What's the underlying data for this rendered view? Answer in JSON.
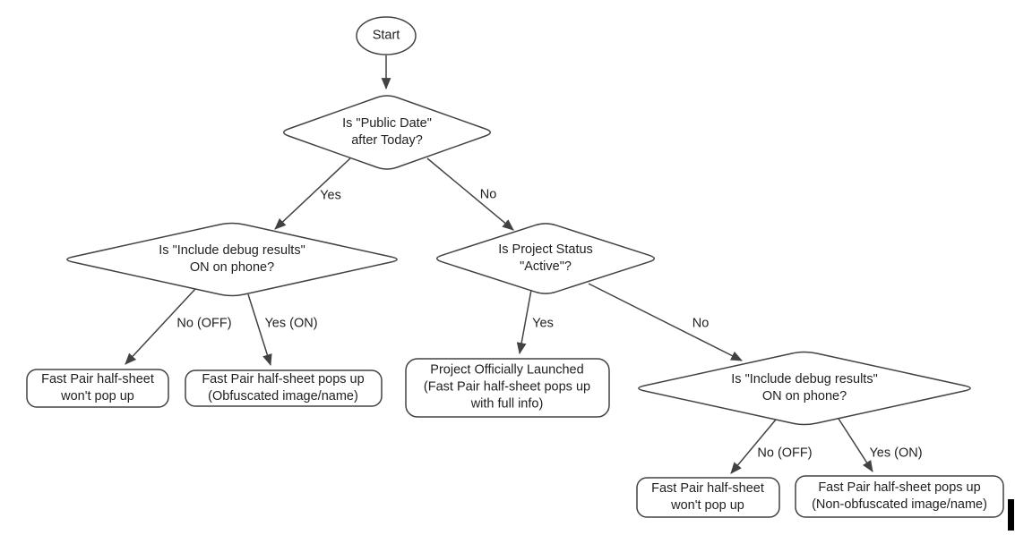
{
  "nodes": {
    "start": {
      "label": "Start"
    },
    "decision_public_date": {
      "line1": "Is \"Public Date\"",
      "line2": "after Today?"
    },
    "decision_debug_left": {
      "line1": "Is \"Include debug results\"",
      "line2": "ON on phone?"
    },
    "decision_project_status": {
      "line1": "Is Project Status",
      "line2": "\"Active\"?"
    },
    "decision_debug_right": {
      "line1": "Is \"Include debug results\"",
      "line2": "ON on phone?"
    },
    "result_no_popup_left": {
      "line1": "Fast Pair half-sheet",
      "line2": "won't pop up"
    },
    "result_obfuscated": {
      "line1": "Fast Pair half-sheet pops up",
      "line2": "(Obfuscated image/name)"
    },
    "result_launched": {
      "line1": "Project Officially Launched",
      "line2": "(Fast Pair half-sheet pops up",
      "line3": "with full info)"
    },
    "result_no_popup_right": {
      "line1": "Fast Pair half-sheet",
      "line2": "won't pop up"
    },
    "result_non_obfuscated": {
      "line1": "Fast Pair half-sheet pops up",
      "line2": "(Non-obfuscated image/name)"
    }
  },
  "edge_labels": {
    "public_date_yes": "Yes",
    "public_date_no": "No",
    "debug_left_no": "No (OFF)",
    "debug_left_yes": "Yes (ON)",
    "project_status_yes": "Yes",
    "project_status_no": "No",
    "debug_right_no": "No (OFF)",
    "debug_right_yes": "Yes (ON)"
  },
  "colors": {
    "background": "#ffffff",
    "stroke": "#424242",
    "text": "#1f1f1f",
    "cursor_bar": "#000000"
  }
}
